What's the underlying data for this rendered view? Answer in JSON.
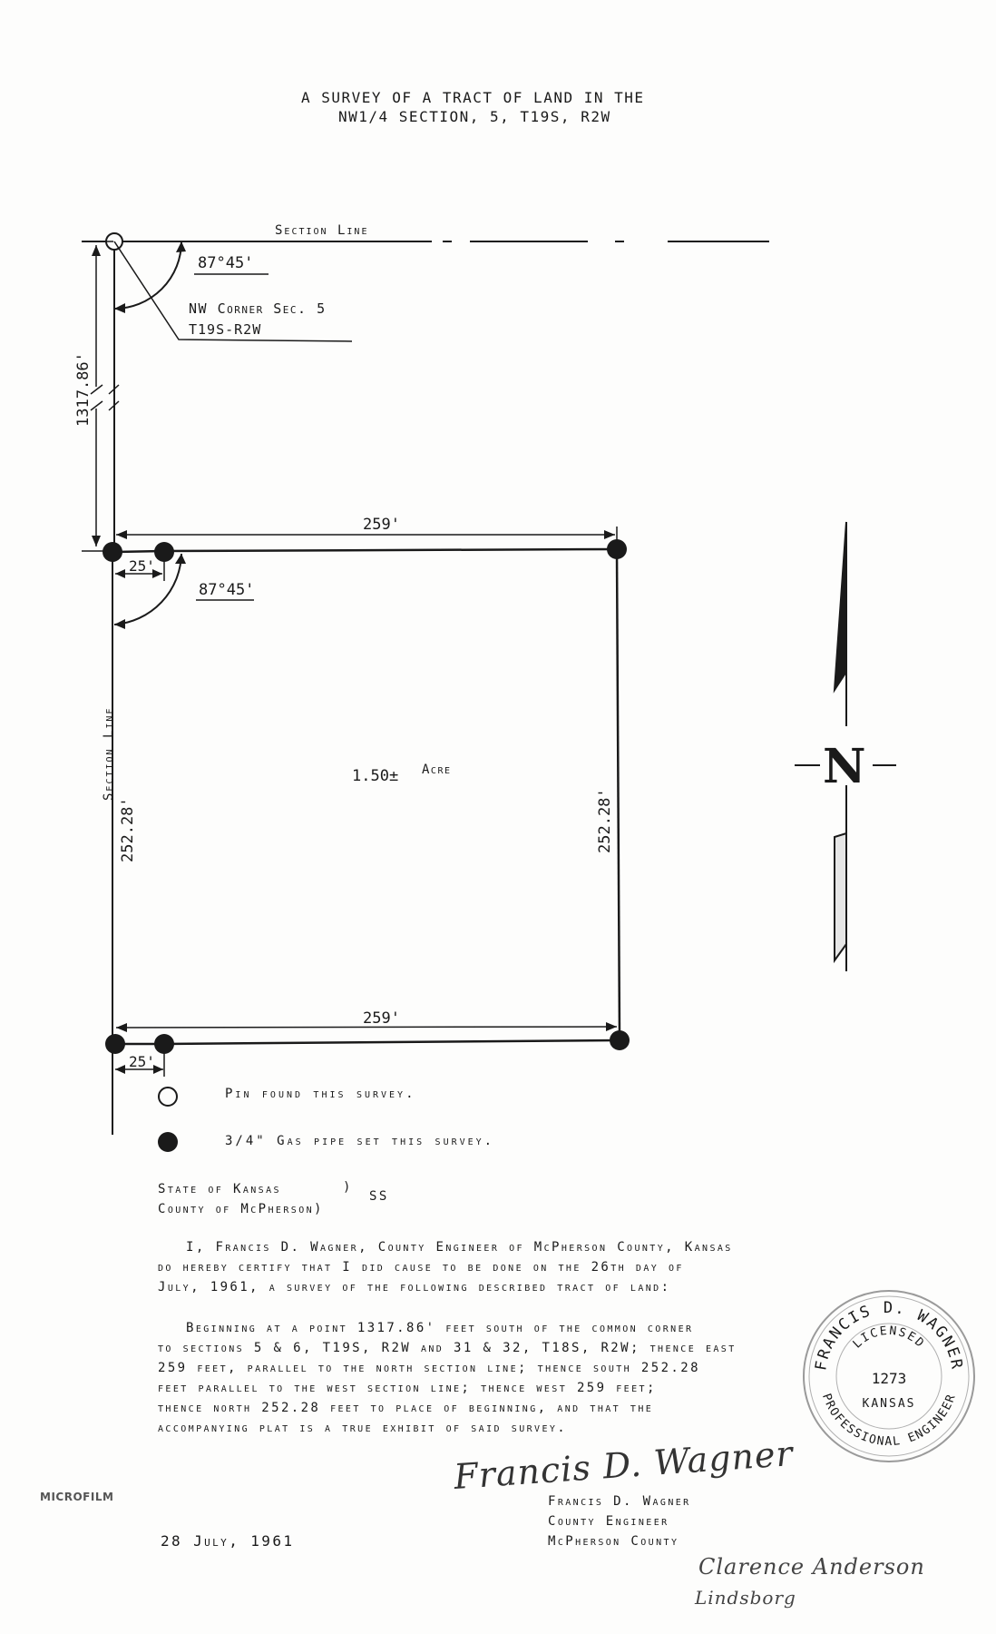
{
  "title": {
    "line1": "A SURVEY OF A TRACT OF LAND IN THE",
    "line2": "NW1/4 SECTION, 5, T19S, R2W"
  },
  "plat": {
    "section_line_top": "Section Line",
    "section_line_left": "Section Line",
    "angle_top": "87°45'",
    "angle_lower": "87°45'",
    "nw_corner_line1": "NW Corner Sec. 5",
    "nw_corner_line2": "T19S-R2W",
    "offset_distance": "1317.86'",
    "north_width": "259'",
    "south_width": "259'",
    "west_depth": "252.28'",
    "east_depth": "252.28'",
    "offset_top": "25'",
    "offset_bottom": "25'",
    "area_value": "1.50±",
    "area_unit": "Acre",
    "north_arrow_label": "N"
  },
  "legend": {
    "open_circle": "Pin found this survey.",
    "filled_circle": "3/4\" Gas pipe set this survey."
  },
  "venue": {
    "state": "State of Kansas",
    "county": "County of McPherson)",
    "paren": ")",
    "ss": "SS"
  },
  "certificate": {
    "line1": "I, Francis D. Wagner, County Engineer of McPherson County, Kansas",
    "line2": "do hereby certify that I did cause to be done on the 26th day of",
    "line3": "July, 1961, a survey of the following described tract of land:"
  },
  "description": {
    "line1": "Beginning at a point 1317.86' feet south of the common corner",
    "line2": "to sections 5 & 6, T19S, R2W and 31 & 32, T18S, R2W; thence east",
    "line3": "259 feet, parallel to the north section line; thence south 252.28",
    "line4": "feet parallel to the west section line; thence west 259 feet;",
    "line5": "thence north 252.28 feet to place of beginning, and that the",
    "line6": "accompanying plat is a true exhibit of said survey."
  },
  "seal": {
    "name": "FRANCIS D. WAGNER",
    "licensed": "LICENSED",
    "number": "1273",
    "state": "KANSAS",
    "title": "PROFESSIONAL ENGINEER"
  },
  "signature": {
    "script": "Francis D. Wagner",
    "name": "Francis D. Wagner",
    "title": "County Engineer",
    "county": "McPherson County"
  },
  "stamp": "MICROFILM",
  "date": "28 July, 1961",
  "handwritten": {
    "name": "Clarence Anderson",
    "town": "Lindsborg"
  }
}
